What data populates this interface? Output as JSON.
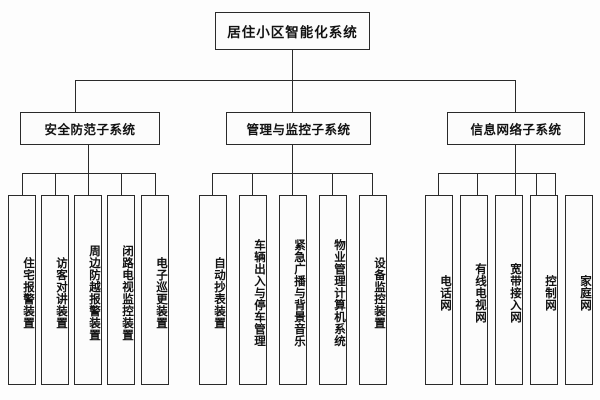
{
  "diagram": {
    "type": "tree",
    "title": "居住小区智能化系统",
    "colors": {
      "background": "#fdfdfd",
      "box_fill": "#fcfcfc",
      "line": "#2a2a2a",
      "text": "#111111"
    },
    "root": {
      "label": "居住小区智能化系统"
    },
    "branches": [
      {
        "label": "安全防范子系统",
        "leaves": [
          {
            "label": "住宅报警装置"
          },
          {
            "label": "访客对讲装置"
          },
          {
            "label": "周边防越报警装置"
          },
          {
            "label": "闭路电视监控装置"
          },
          {
            "label": "电子巡更装置"
          }
        ]
      },
      {
        "label": "管理与监控子系统",
        "leaves": [
          {
            "label": "自动抄表装置"
          },
          {
            "label": "车辆出入与停车管理"
          },
          {
            "label": "紧急广播与背景音乐"
          },
          {
            "label": "物业管理计算机系统"
          },
          {
            "label": "设备监控装置"
          }
        ]
      },
      {
        "label": "信息网络子系统",
        "leaves": [
          {
            "label": "电话网"
          },
          {
            "label": "有线电视网"
          },
          {
            "label": "宽带接入网"
          },
          {
            "label": "控制网"
          },
          {
            "label": "家庭网"
          }
        ]
      }
    ]
  }
}
